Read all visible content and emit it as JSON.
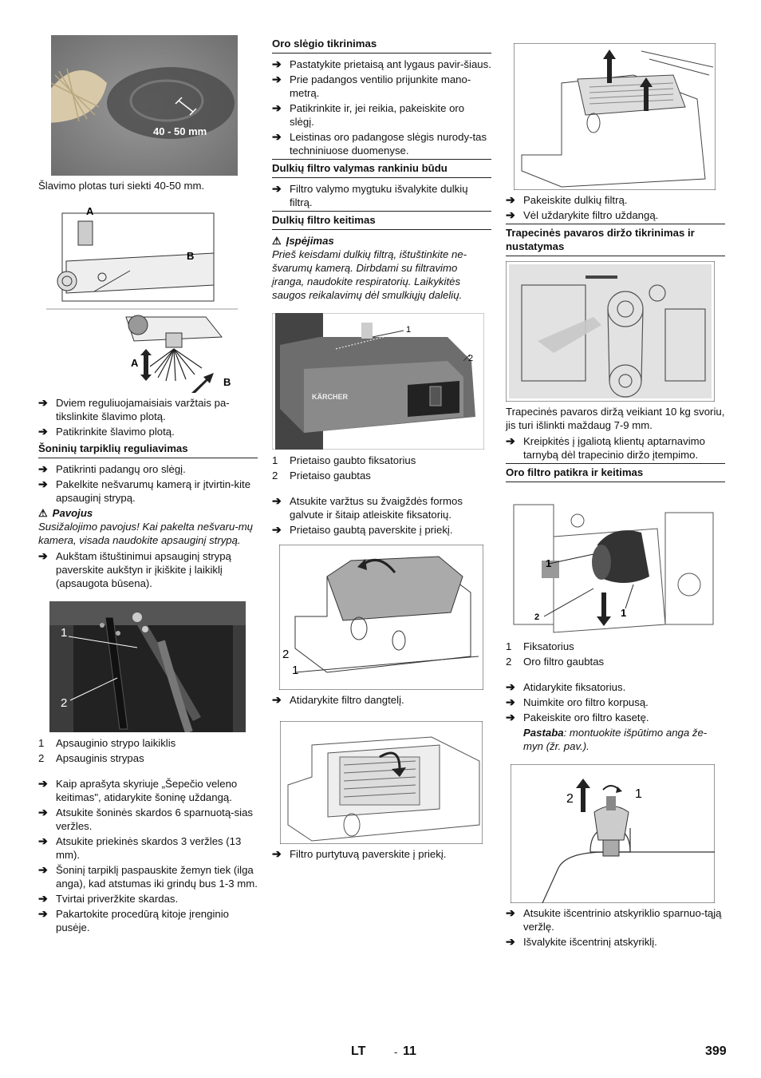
{
  "col1": {
    "fig1_label": "40 - 50 mm",
    "caption1": "Šlavimo plotas turi siekti 40-50 mm.",
    "fig2_labels": [
      "A",
      "B",
      "A",
      "B"
    ],
    "steps1": [
      "Dviem reguliuojamaisiais varžtais pa-tikslinkite šlavimo plotą.",
      "Patikrinkite šlavimo plotą."
    ],
    "heading1": "Šoninių tarpiklių reguliavimas",
    "steps2": [
      "Patikrinti padangų oro slėgį.",
      "Pakelkite nešvarumų kamerą ir įtvirtin-kite apsauginį strypą."
    ],
    "danger_title": "Pavojus",
    "danger_text": "Susižalojimo pavojus! Kai pakelta nešvaru-mų kamera, visada naudokite apsauginį strypą.",
    "steps3": [
      "Aukštam ištuštinimui apsauginį strypą paverskite aukštyn ir įkiškite į laikiklį (apsaugota būsena)."
    ],
    "fig3_labels": [
      "1",
      "2"
    ],
    "legend": [
      {
        "n": "1",
        "t": "Apsauginio strypo laikiklis"
      },
      {
        "n": "2",
        "t": "Apsauginis strypas"
      }
    ],
    "steps4": [
      "Kaip aprašyta skyriuje „Šepečio veleno keitimas\", atidarykite šoninę uždangą.",
      "Atsukite šoninės skardos 6 sparnuotą-sias veržles.",
      "Atsukite priekinės skardos 3 veržles (13 mm).",
      "Šoninį tarpiklį paspauskite žemyn tiek (ilga anga), kad atstumas iki grindų bus 1-3 mm.",
      "Tvirtai priveržkite skardas.",
      "Pakartokite procedūrą kitoje įrenginio pusėje."
    ]
  },
  "col2": {
    "heading1": "Oro slėgio tikrinimas",
    "steps1": [
      "Pastatykite prietaisą ant lygaus pavir-šiaus.",
      "Prie padangos ventilio prijunkite mano-metrą.",
      "Patikrinkite ir, jei reikia, pakeiskite oro slėgį.",
      "Leistinas oro padangose slėgis nurody-tas techniniuose duomenyse."
    ],
    "heading2": "Dulkių filtro valymas rankiniu būdu",
    "steps2": [
      "Filtro valymo mygtuku išvalykite dulkių filtrą."
    ],
    "heading3": "Dulkių filtro keitimas",
    "warn_title": "Įspėjimas",
    "warn_text": "Prieš keisdami dulkių filtrą, ištuštinkite ne-švarumų kamerą. Dirbdami su filtravimo įranga, naudokite respiratorių. Laikykitės saugos reikalavimų dėl smulkiųjų dalelių.",
    "fig1_labels": [
      "1",
      "2"
    ],
    "fig1_brand": "KÄRCHER",
    "legend": [
      {
        "n": "1",
        "t": "Prietaiso gaubto fiksatorius"
      },
      {
        "n": "2",
        "t": "Prietaiso gaubtas"
      }
    ],
    "steps3": [
      "Atsukite varžtus su žvaigždės formos galvute ir šitaip atleiskite fiksatorių.",
      "Prietaiso gaubtą paverskite į priekį."
    ],
    "fig2_labels": [
      "2",
      "1"
    ],
    "steps4": [
      "Atidarykite filtro dangtelį."
    ],
    "steps5": [
      "Filtro purtytuvą paverskite į priekį."
    ]
  },
  "col3": {
    "steps1": [
      "Pakeiskite dulkių filtrą.",
      "Vėl uždarykite filtro uždangą."
    ],
    "heading1": "Trapecinės pavaros diržo tikrinimas ir nustatymas",
    "para1": "Trapecinės pavaros diržą veikiant 10 kg svoriu, jis turi išlinkti maždaug 7-9 mm.",
    "steps2": [
      "Kreipkitės į įgaliotą klientų aptarnavimo tarnybą dėl trapecinio diržo įtempimo."
    ],
    "heading2": "Oro filtro patikra ir keitimas",
    "fig1_labels": [
      "1",
      "2",
      "1"
    ],
    "legend": [
      {
        "n": "1",
        "t": "Fiksatorius"
      },
      {
        "n": "2",
        "t": "Oro filtro gaubtas"
      }
    ],
    "steps3": [
      "Atidarykite fiksatorius.",
      "Nuimkite oro filtro korpusą.",
      "Pakeiskite oro filtro kasetę."
    ],
    "note_label": "Pastaba",
    "note_text": ": montuokite išpūtimo anga že-myn (žr. pav.).",
    "fig2_labels": [
      "2",
      "1"
    ],
    "steps4": [
      "Atsukite išcentrinio atskyriklio sparnuo-tąją veržlę.",
      "Išvalykite išcentrinį atskyriklį."
    ]
  },
  "footer": {
    "lang": "LT",
    "sep": "-",
    "local_page": "11",
    "page": "399"
  },
  "icons": {
    "step_arrow": "➔",
    "warning": "⚠"
  }
}
